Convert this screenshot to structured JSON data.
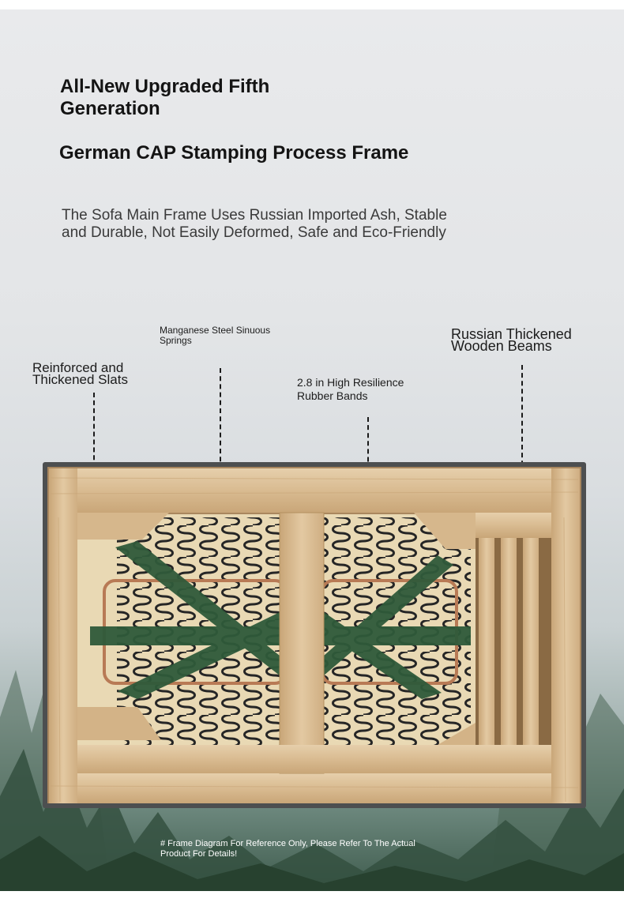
{
  "heading": {
    "title": "All-New Upgraded Fifth Generation",
    "subtitle": "German CAP Stamping Process Frame",
    "description": "The Sofa Main Frame Uses Russian Imported Ash, Stable and Durable, Not Easily Deformed, Safe and Eco-Friendly"
  },
  "callouts": {
    "slats": "Reinforced and Thickened Slats",
    "springs": "Manganese Steel Sinuous Springs",
    "bands": "2.8 in High Resilience Rubber Bands",
    "beams": "Russian Thickened Wooden Beams"
  },
  "footnote": "# Frame Diagram For Reference Only, Please Refer To The Actual Product For Details!",
  "colors": {
    "wood": "#dcc09a",
    "band_green": "#2f5a3a",
    "spring": "#262626",
    "copper_rail": "#b87a55",
    "frame_border": "#4d4f50"
  }
}
